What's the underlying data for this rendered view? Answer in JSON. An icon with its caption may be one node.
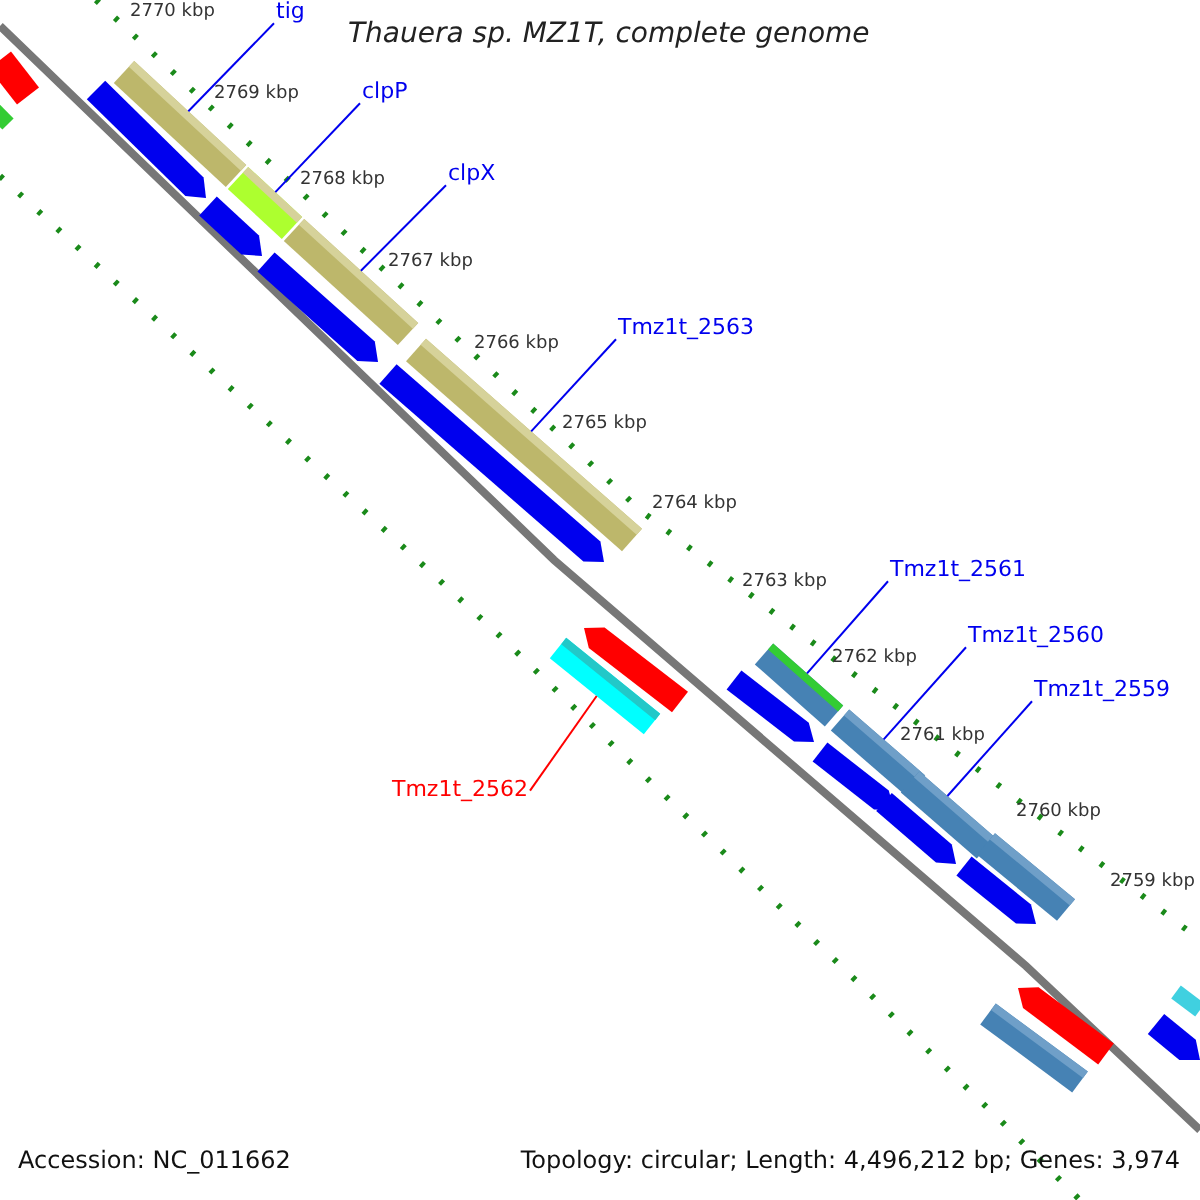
{
  "diagram": {
    "title": "Thauera sp. MZ1T, complete genome",
    "nodes": [
      {
        "text": [
          "tig"
        ]
      },
      {
        "text": [],
        "shape": "bar"
      },
      {
        "text": [
          "clpP"
        ]
      },
      {
        "text": [],
        "shape": "bar"
      },
      {
        "text": [
          "clpX"
        ]
      },
      {
        "text": [],
        "shape": "bar"
      },
      {
        "text": [
          "Tmz1t_2563"
        ]
      },
      {
        "text": [],
        "shape": "bar"
      },
      {
        "text": [
          "Tmz1t_2561"
        ]
      },
      {
        "text": [],
        "shape": "bar"
      },
      {
        "text": [
          "Tmz1t_2560"
        ]
      },
      {
        "text": [],
        "shape": "bar"
      },
      {
        "text": [
          "Tmz1t_2559"
        ]
      },
      {
        "text": [],
        "shape": "bar"
      },
      {
        "text": [
          "Tmz1t_2562"
        ]
      },
      {
        "text": [],
        "shape": "bar"
      },
      {
        "text": [],
        "shape": "bar"
      },
      {
        "text": [],
        "shape": "bar"
      },
      {
        "text": [],
        "shape": "arrow"
      },
      {
        "text": [],
        "shape": "arrow"
      },
      {
        "text": [],
        "shape": "arrow"
      },
      {
        "text": [],
        "shape": "arrow"
      },
      {
        "text": [],
        "shape": "arrow"
      },
      {
        "text": [],
        "shape": "arrow"
      },
      {
        "text": [],
        "shape": "arrow"
      },
      {
        "text": [],
        "shape": "arrow"
      },
      {
        "text": [],
        "shape": "arrow"
      },
      {
        "text": [],
        "shape": "arrow"
      },
      {
        "text": [],
        "shape": "bar"
      },
      {
        "text": [],
        "shape": "bar"
      },
      {
        "text": [],
        "shape": "arrow"
      },
      {
        "text": [],
        "shape": "bar"
      }
    ],
    "edges": [
      {
        "from": 0,
        "to": 1,
        "arrow": "none"
      },
      {
        "from": 2,
        "to": 3,
        "arrow": "none"
      },
      {
        "from": 4,
        "to": 5,
        "arrow": "none"
      },
      {
        "from": 6,
        "to": 7,
        "arrow": "none"
      },
      {
        "from": 8,
        "to": 9,
        "arrow": "none"
      },
      {
        "from": 10,
        "to": 11,
        "arrow": "none"
      },
      {
        "from": 12,
        "to": 13,
        "arrow": "none"
      },
      {
        "from": 14,
        "to": 15,
        "arrow": "none",
        "color": "#ff0000"
      }
    ],
    "labels": [
      "2770 kbp",
      "2769 kbp",
      "2768 kbp",
      "2767 kbp",
      "2766 kbp",
      "2765 kbp",
      "2764 kbp",
      "2763 kbp",
      "2762 kbp",
      "2761 kbp",
      "2760 kbp",
      "2759 kbp",
      "Accession: NC_011662",
      "Topology: circular; Length: 4,496,212 bp; Genes: 3,974"
    ]
  }
}
